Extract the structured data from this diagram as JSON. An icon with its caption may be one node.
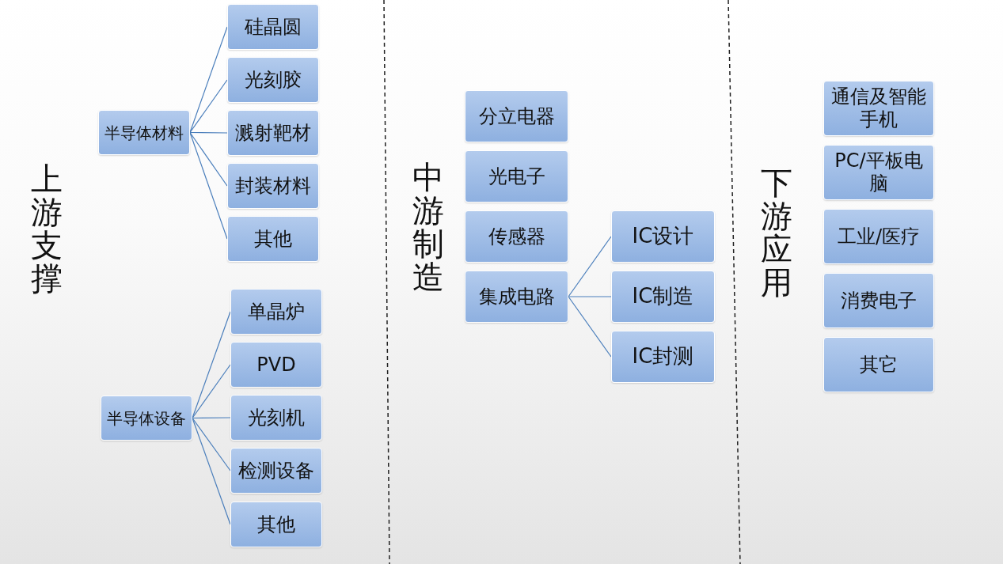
{
  "diagram": {
    "nodes": [
      {
        "text": [
          "半导体材料"
        ]
      },
      {
        "text": [
          "硅晶圆"
        ]
      },
      {
        "text": [
          "光刻胶"
        ]
      },
      {
        "text": [
          "溅射靶材"
        ]
      },
      {
        "text": [
          "封装材料"
        ]
      },
      {
        "text": [
          "其他"
        ]
      },
      {
        "text": [
          "半导体设备"
        ]
      },
      {
        "text": [
          "单晶炉"
        ]
      },
      {
        "text": [
          "PVD"
        ]
      },
      {
        "text": [
          "光刻机"
        ]
      },
      {
        "text": [
          "检测设备"
        ]
      },
      {
        "text": [
          "其他"
        ]
      },
      {
        "text": [
          "分立电器"
        ]
      },
      {
        "text": [
          "光电子"
        ]
      },
      {
        "text": [
          "传感器"
        ]
      },
      {
        "text": [
          "集成电路"
        ]
      },
      {
        "text": [
          "IC设计"
        ]
      },
      {
        "text": [
          "IC制造"
        ]
      },
      {
        "text": [
          "IC封测"
        ]
      },
      {
        "text": [
          "通信及智能手机"
        ]
      },
      {
        "text": [
          "PC/平板电脑"
        ]
      },
      {
        "text": [
          "工业/医疗"
        ]
      },
      {
        "text": [
          "消费电子"
        ]
      },
      {
        "text": [
          "其它"
        ]
      }
    ],
    "edges": [
      {
        "from": 0,
        "to": 1,
        "arrow": "none"
      },
      {
        "from": 0,
        "to": 2,
        "arrow": "none"
      },
      {
        "from": 0,
        "to": 3,
        "arrow": "none"
      },
      {
        "from": 0,
        "to": 4,
        "arrow": "none"
      },
      {
        "from": 0,
        "to": 5,
        "arrow": "none"
      },
      {
        "from": 6,
        "to": 7,
        "arrow": "none"
      },
      {
        "from": 6,
        "to": 8,
        "arrow": "none"
      },
      {
        "from": 6,
        "to": 9,
        "arrow": "none"
      },
      {
        "from": 6,
        "to": 10,
        "arrow": "none"
      },
      {
        "from": 6,
        "to": 11,
        "arrow": "none"
      },
      {
        "from": 15,
        "to": 16,
        "arrow": "none"
      },
      {
        "from": 15,
        "to": 17,
        "arrow": "none"
      },
      {
        "from": 15,
        "to": 18,
        "arrow": "none"
      }
    ],
    "labels": [
      "上游支撑",
      "中游制造",
      "下游应用"
    ]
  }
}
